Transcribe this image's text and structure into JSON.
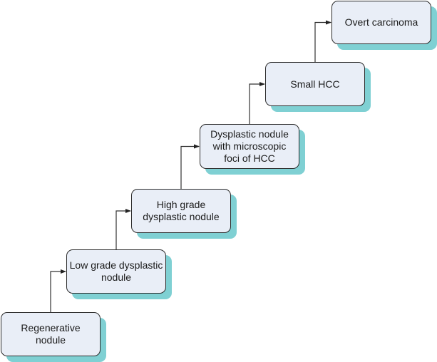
{
  "diagram": {
    "type": "staircase-flowchart",
    "colors": {
      "box_fill": "#e9eef7",
      "box_border": "#2b2b2b",
      "shadow": "#7fd0d3",
      "connector": "#333333"
    },
    "steps": [
      {
        "id": "regenerative",
        "label": "Regenerative\nnodule"
      },
      {
        "id": "low-grade",
        "label": "Low grade dysplastic\nnodule"
      },
      {
        "id": "high-grade",
        "label": "High grade\ndysplastic nodule"
      },
      {
        "id": "dysplastic-foci",
        "label": "Dysplastic nodule\nwith microscopic\nfoci of HCC"
      },
      {
        "id": "small-hcc",
        "label": "Small HCC"
      },
      {
        "id": "overt-carcinoma",
        "label": "Overt carcinoma"
      }
    ],
    "edges": [
      {
        "from": "regenerative",
        "to": "low-grade"
      },
      {
        "from": "low-grade",
        "to": "high-grade"
      },
      {
        "from": "high-grade",
        "to": "dysplastic-foci"
      },
      {
        "from": "dysplastic-foci",
        "to": "small-hcc"
      },
      {
        "from": "small-hcc",
        "to": "overt-carcinoma"
      }
    ]
  }
}
